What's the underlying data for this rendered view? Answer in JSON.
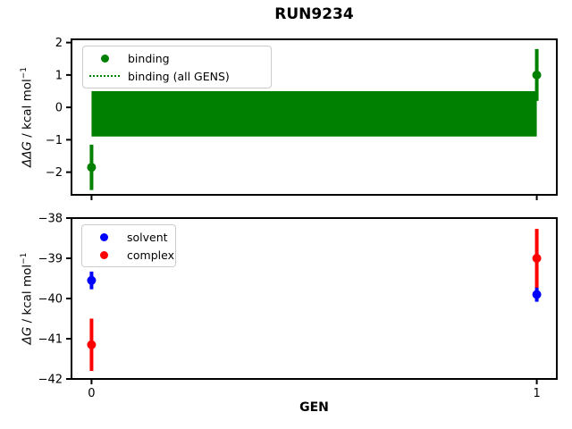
{
  "title": "RUN9234",
  "xlabel": "GEN",
  "colors": {
    "binding": "#008000",
    "solvent": "#0000ff",
    "complex": "#ff0000",
    "frame": "#000000",
    "legend_border": "#cbcbcb",
    "background": "#ffffff"
  },
  "xaxis": {
    "ticks": [
      0,
      1
    ],
    "lim": [
      -0.045,
      1.045
    ]
  },
  "chart_data": [
    {
      "type": "scatter",
      "subplot": "binding-free-energy",
      "ylabel": {
        "prefix": "ΔΔG",
        "mid": " / kcal mol",
        "sup": "−1"
      },
      "ylim": [
        -2.7,
        2.1
      ],
      "yticks": [
        2,
        1,
        0,
        -1,
        -2
      ],
      "x": [
        0,
        1
      ],
      "series": [
        {
          "name": "binding",
          "color": "#008000",
          "marker": "circle",
          "values": [
            -1.85,
            1.0
          ],
          "errors": [
            0.7,
            0.8
          ]
        }
      ],
      "band": {
        "name": "binding (all GENS)",
        "color": "#008000",
        "y_low": -0.9,
        "y_high": 0.5,
        "x_start": 0,
        "x_end": 1,
        "edge_style": "dotted"
      },
      "legend": [
        {
          "label": "binding",
          "glyph": "dot",
          "color": "#008000"
        },
        {
          "label": "binding (all GENS)",
          "glyph": "dotted-line",
          "color": "#008000"
        }
      ],
      "grid": false,
      "legend_position": "upper-left"
    },
    {
      "type": "scatter",
      "subplot": "component-free-energy",
      "ylabel": {
        "prefix": "ΔG",
        "mid": " / kcal mol",
        "sup": "−1"
      },
      "ylim": [
        -42.0,
        -38.0
      ],
      "yticks": [
        -38,
        -39,
        -40,
        -41,
        -42
      ],
      "x": [
        0,
        1
      ],
      "series": [
        {
          "name": "solvent",
          "color": "#0000ff",
          "marker": "circle",
          "values": [
            -39.55,
            -39.9
          ],
          "errors": [
            0.22,
            0.18
          ]
        },
        {
          "name": "complex",
          "color": "#ff0000",
          "marker": "circle",
          "values": [
            -41.15,
            -39.0
          ],
          "errors": [
            0.65,
            0.73
          ]
        }
      ],
      "legend": [
        {
          "label": "solvent",
          "glyph": "dot",
          "color": "#0000ff"
        },
        {
          "label": "complex",
          "glyph": "dot",
          "color": "#ff0000"
        }
      ],
      "grid": false,
      "legend_position": "upper-left"
    }
  ]
}
